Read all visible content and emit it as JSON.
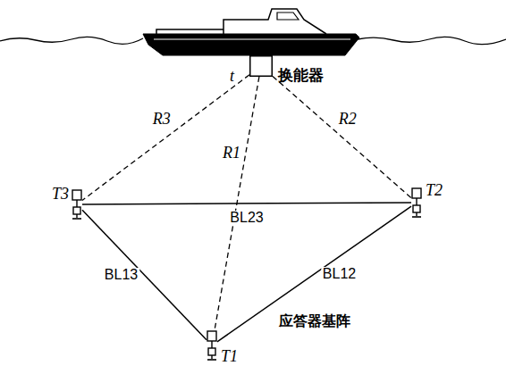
{
  "diagram": {
    "nodes": [
      {
        "text": [
          "t",
          "换能器"
        ]
      },
      {
        "text": [
          "T3"
        ]
      },
      {
        "text": [
          "T2"
        ]
      },
      {
        "text": [
          "T1"
        ]
      }
    ],
    "edges": [
      {
        "from": 0,
        "to": 3,
        "label": "R1",
        "arrow": "none"
      },
      {
        "from": 0,
        "to": 2,
        "label": "R2",
        "arrow": "none"
      },
      {
        "from": 0,
        "to": 1,
        "label": "R3",
        "arrow": "none"
      },
      {
        "from": 1,
        "to": 2,
        "label": "BL23",
        "arrow": "none"
      },
      {
        "from": 1,
        "to": 3,
        "label": "BL13",
        "arrow": "none"
      },
      {
        "from": 3,
        "to": 2,
        "label": "BL12",
        "arrow": "none"
      }
    ],
    "labels": [
      "应答器基阵"
    ]
  }
}
